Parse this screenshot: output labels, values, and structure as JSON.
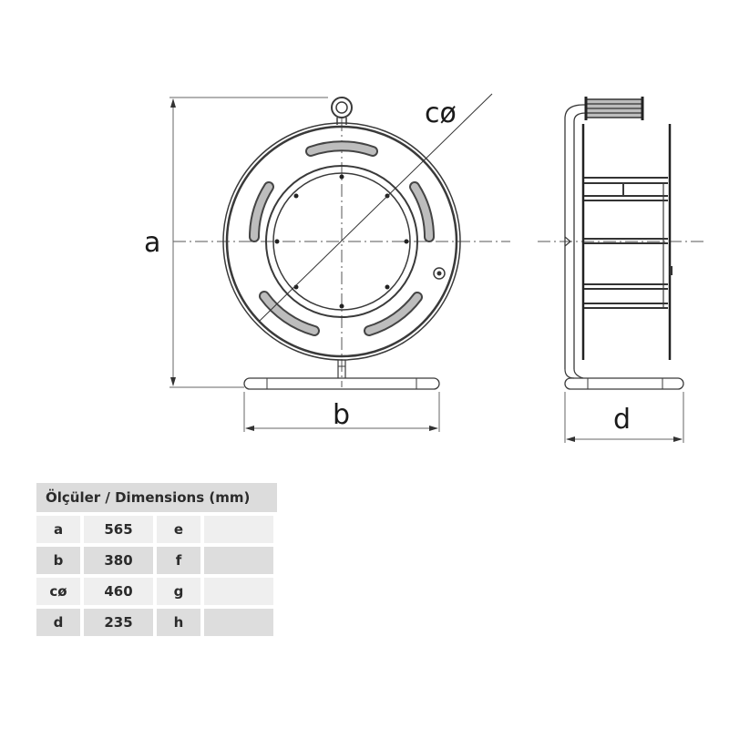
{
  "drawing": {
    "labels": {
      "a": "a",
      "b": "b",
      "c": "cø",
      "d": "d"
    },
    "front_view": {
      "name": "cable reel front view"
    },
    "side_view": {
      "name": "cable reel side view"
    },
    "colors": {
      "line": "#3a3a3a",
      "grip_fill": "#bdbdbd",
      "centerline": "#555555"
    }
  },
  "table": {
    "title": "Ölçüler / Dimensions (mm)",
    "rows": [
      {
        "k1": "a",
        "v1": "565",
        "k2": "e",
        "v2": ""
      },
      {
        "k1": "b",
        "v1": "380",
        "k2": "f",
        "v2": ""
      },
      {
        "k1": "cø",
        "v1": "460",
        "k2": "g",
        "v2": ""
      },
      {
        "k1": "d",
        "v1": "235",
        "k2": "h",
        "v2": ""
      }
    ],
    "colors": {
      "header_bg": "#dcdcdc",
      "row_light": "#efefef",
      "row_dark": "#dddddd"
    }
  }
}
